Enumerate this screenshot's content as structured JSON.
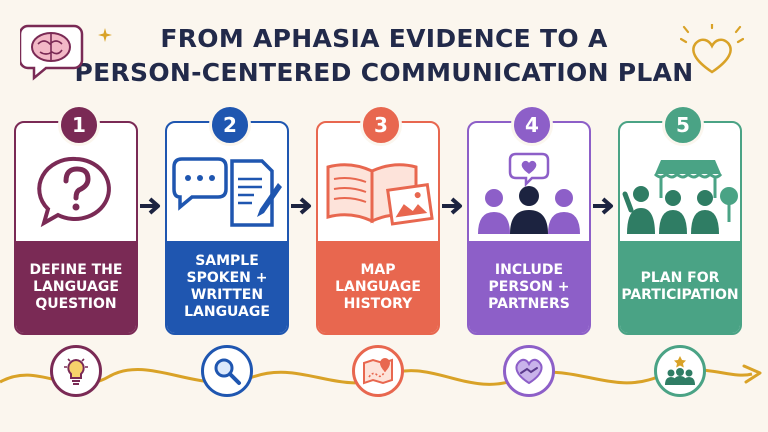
{
  "title": {
    "line1": "FROM APHASIA EVIDENCE TO A",
    "line2": "PERSON-CENTERED COMMUNICATION PLAN"
  },
  "steps": [
    {
      "number": "1",
      "label_lines": [
        "DEFINE THE",
        "LANGUAGE",
        "QUESTION"
      ],
      "color": "#7a2a55",
      "icon": "question-bubble-icon",
      "bottom_icon": "lightbulb-icon"
    },
    {
      "number": "2",
      "label_lines": [
        "SAMPLE",
        "SPOKEN +",
        "WRITTEN",
        "LANGUAGE"
      ],
      "color": "#1f56b0",
      "icon": "speech-and-document-icon",
      "bottom_icon": "magnifier-icon"
    },
    {
      "number": "3",
      "label_lines": [
        "MAP",
        "LANGUAGE",
        "HISTORY"
      ],
      "color": "#e8674f",
      "icon": "book-and-photo-icon",
      "bottom_icon": "map-pin-icon"
    },
    {
      "number": "4",
      "label_lines": [
        "INCLUDE",
        "PERSON +",
        "PARTNERS"
      ],
      "color": "#8d5fc8",
      "icon": "people-heart-icon",
      "bottom_icon": "handshake-heart-icon"
    },
    {
      "number": "5",
      "label_lines": [
        "PLAN FOR",
        "PARTICIPATION"
      ],
      "color": "#4aa385",
      "icon": "community-market-icon",
      "bottom_icon": "group-star-icon"
    }
  ],
  "colors": {
    "background": "#fbf6ee",
    "title": "#222a4a",
    "arrow": "#1c2340",
    "path": "#d9a227"
  }
}
